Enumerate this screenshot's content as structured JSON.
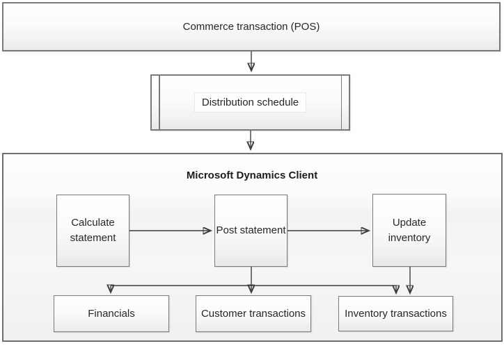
{
  "diagram": {
    "top_box": {
      "label": "Commerce transaction (POS)"
    },
    "schedule_box": {
      "label": "Distribution schedule"
    },
    "container": {
      "title": "Microsoft Dynamics Client"
    },
    "process_boxes": [
      {
        "label": "Calculate statement"
      },
      {
        "label": "Post statement"
      },
      {
        "label": "Update inventory"
      }
    ],
    "output_boxes": [
      {
        "label": "Financials"
      },
      {
        "label": "Customer transactions"
      },
      {
        "label": "Inventory transactions"
      }
    ],
    "colors": {
      "box_border": "#7a7a7a",
      "container_border": "#6e6e6e",
      "arrow": "#3d3d3d",
      "box_fill_top": "#ffffff",
      "box_fill_bottom": "#e9e9e9",
      "text": "#262626"
    }
  }
}
